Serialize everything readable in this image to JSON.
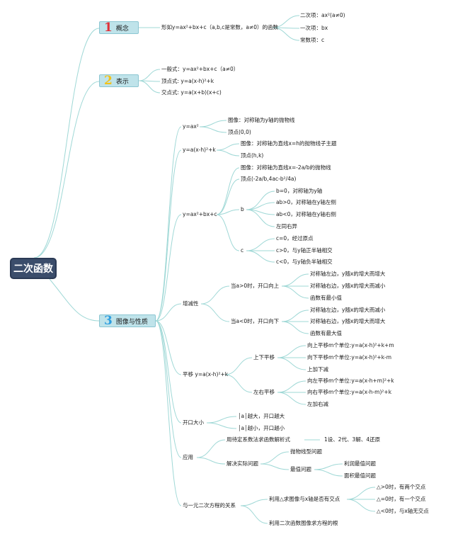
{
  "root": {
    "label": "二次函数"
  },
  "branches": [
    {
      "num": "1",
      "label": "概念",
      "num_color": "#e0323a"
    },
    {
      "num": "2",
      "label": "表示",
      "num_color": "#f2c21a"
    },
    {
      "num": "3",
      "label": "图像与性质",
      "num_color": "#2e9ee0"
    }
  ],
  "concept": {
    "definition": "形如y=ax²+bx+c（a,b,c是常数，a≠0）的函数",
    "terms": [
      "二次项：ax²(a≠0)",
      "一次项：bx",
      "常数项：c"
    ]
  },
  "representation": [
    "一般式：y=ax²+bx+c（a≠0）",
    "顶点式: y=a(x-h)²+k",
    "交点式: y=a(x+b)(x+c)"
  ],
  "graph": {
    "y1": {
      "label": "y=ax²",
      "items": [
        "图像：对称轴为y轴的抛物线",
        "顶点(0,0)"
      ]
    },
    "y2": {
      "label": "y=a(x-h)²+k",
      "items": [
        "图像：对称轴为直线x=h的抛物线子主题",
        "顶点(h,k)"
      ]
    },
    "y3": {
      "label": "y=ax²+bx+c",
      "items": [
        "图像：对称轴为直线x=-2a/b的抛物线",
        "顶点(-2a/b,4ac-b²/4a)"
      ],
      "b_label": "b",
      "b_items": [
        "b=0，对称轴为y轴",
        "ab>0，对称轴在y轴左侧",
        "ab<0，对称轴在y轴右侧",
        "左同右异"
      ],
      "c_label": "c",
      "c_items": [
        "c=0，经过原点",
        "c>0，与y轴正半轴相交",
        "c<0，与y轴负半轴相交"
      ]
    },
    "monotonic": {
      "label": "增减性",
      "up_label": "当a>0时，开口向上",
      "up_items": [
        "对称轴左边，y随x的增大而增大",
        "对称轴右边，y随x的增大而减小",
        "函数有最小值"
      ],
      "down_label": "当a<0时，开口向下",
      "down_items": [
        "对称轴左边，y随x的增大而减小",
        "对称轴右边，y随x的增大而增大",
        "函数有最大值"
      ]
    },
    "translate": {
      "label": "平移 y=a(x-h)²+k",
      "ud_label": "上下平移",
      "ud_items": [
        "向上平移m个单位:y=a(x-h)²+k+m",
        "向下平移m个单位:y=a(x-h)²+k-m",
        "上加下减"
      ],
      "lr_label": "左右平移",
      "lr_items": [
        "向左平移m个单位:y=a(x-h+m)²+k",
        "向右平移m个单位:y=a(x-h-m)²+k",
        "左加右减"
      ]
    },
    "opening": {
      "label": "开口大小",
      "items": [
        "│a│越大，开口越大",
        "│a│越小，开口越小"
      ]
    },
    "application": {
      "label": "应用",
      "method": "用待定系数法求函数解析式",
      "method_steps": "1设、2代、3解、4还原",
      "practical": "解决实际问题",
      "p_items": [
        "抛物线型问题",
        "最值问题"
      ],
      "max_items": [
        "利润最值问题",
        "面积最值问题"
      ]
    },
    "equation": {
      "label": "与一元二次方程的关系",
      "item1": "利用△求图像与x轴是否有交点",
      "delta_items": [
        "△>0时，有两个交点",
        "△=0时，有一个交点",
        "△<0时，与x轴无交点"
      ],
      "item2": "利用二次函数图像求方程的根"
    }
  },
  "colors": {
    "wire": "#9fd8d6",
    "root_bg": "#3b4d6b",
    "branch_bg": "#bfe3ea"
  }
}
